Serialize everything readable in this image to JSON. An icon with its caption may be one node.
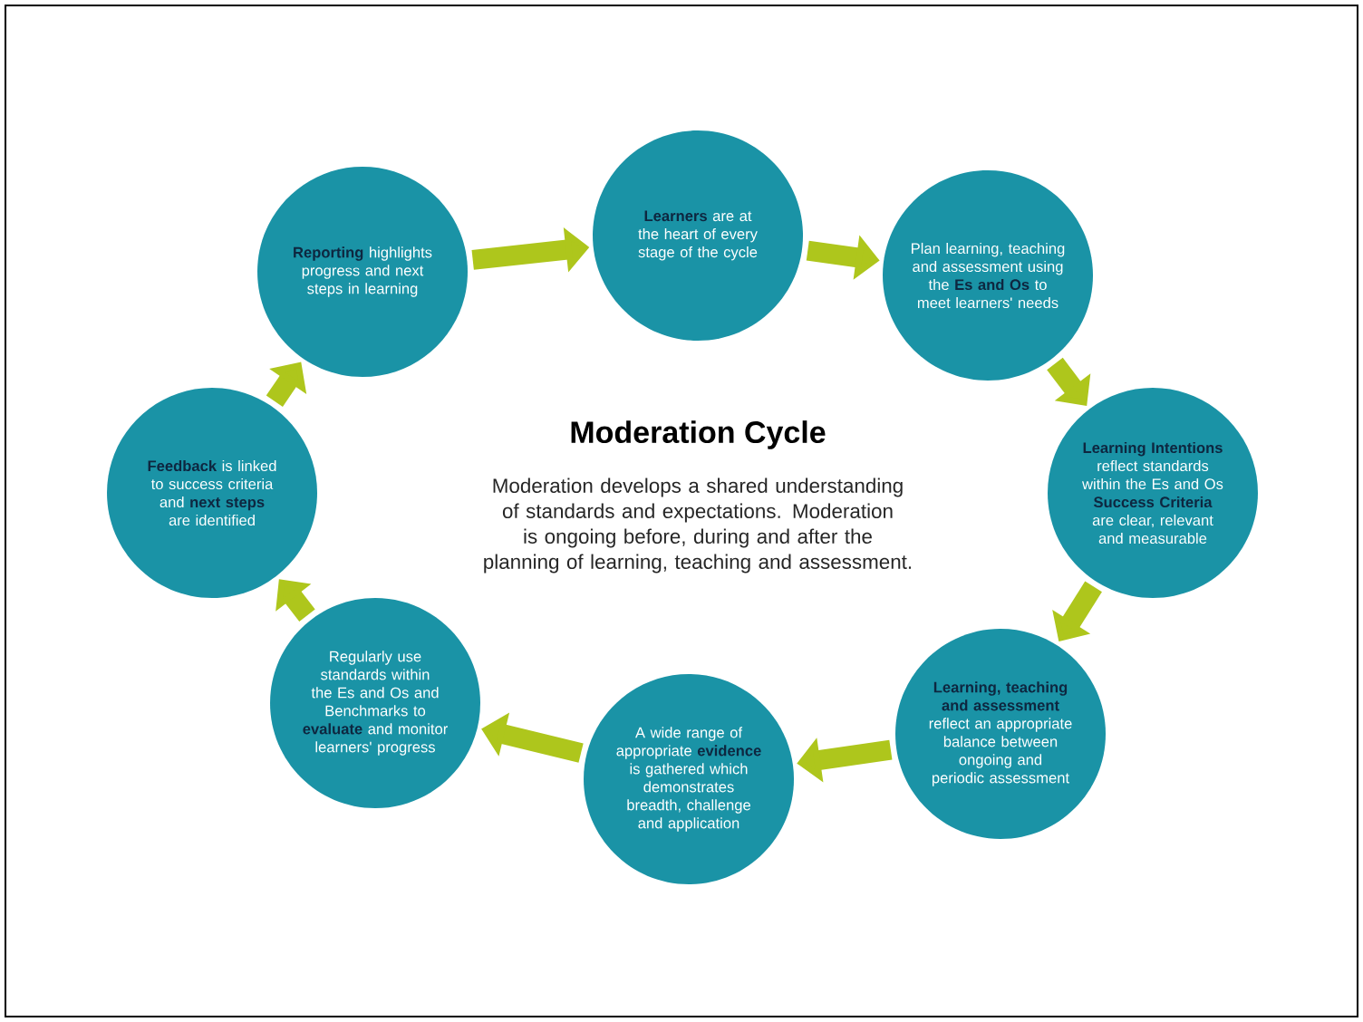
{
  "diagram": {
    "title": "Moderation Cycle",
    "nodes": [
      {
        "text": [
          "**Learners** are at the heart of every stage of the cycle"
        ]
      },
      {
        "text": [
          "Plan learning, teaching and assessment using the **Es and Os** to meet learners' needs"
        ]
      },
      {
        "text": [
          "**Learning Intentions** reflect standards within the Es and Os **Success Criteria** are clear, relevant and measurable"
        ]
      },
      {
        "text": [
          "**Learning, teaching and assessment** reflect an appropriate balance between ongoing and periodic assessment"
        ]
      },
      {
        "text": [
          "A wide range of appropriate **evidence** is gathered which demonstrates breadth, challenge and application"
        ]
      },
      {
        "text": [
          "Regularly use standards within the Es and Os and Benchmarks to **evaluate** and monitor learners' progress"
        ]
      },
      {
        "text": [
          "**Feedback** is linked to success criteria and **next steps** are identified"
        ]
      },
      {
        "text": [
          "**Reporting** highlights progress and next steps in learning"
        ]
      }
    ],
    "edges": [
      {
        "from": 0,
        "to": 1,
        "arrow": "to"
      },
      {
        "from": 1,
        "to": 2,
        "arrow": "to"
      },
      {
        "from": 2,
        "to": 3,
        "arrow": "to"
      },
      {
        "from": 3,
        "to": 4,
        "arrow": "to"
      },
      {
        "from": 4,
        "to": 5,
        "arrow": "to"
      },
      {
        "from": 5,
        "to": 6,
        "arrow": "to"
      },
      {
        "from": 6,
        "to": 7,
        "arrow": "to"
      },
      {
        "from": 7,
        "to": 0,
        "arrow": "to"
      }
    ],
    "labels": [
      "Moderation develops a shared understanding of standards and expectations. Moderation is ongoing before, during and after the planning of learning, teaching and assessment."
    ]
  }
}
